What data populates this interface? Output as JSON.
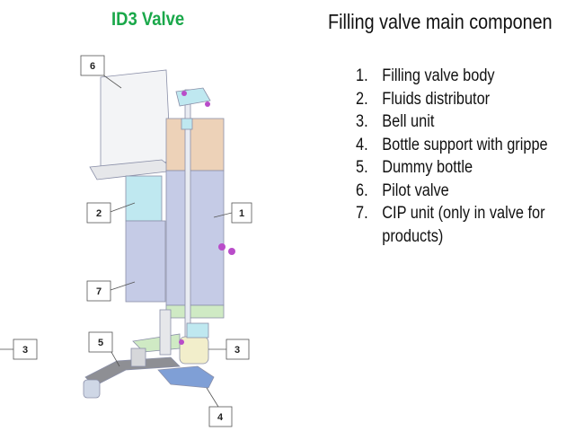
{
  "title_left": "ID3 Valve",
  "title_right": "Filling valve main componen",
  "components": [
    {
      "num": "1.",
      "label": "Filling valve body"
    },
    {
      "num": "2.",
      "label": "Fluids distributor"
    },
    {
      "num": "3.",
      "label": "Bell unit"
    },
    {
      "num": "4.",
      "label": "Bottle support with grippe"
    },
    {
      "num": "5.",
      "label": "Dummy bottle"
    },
    {
      "num": "6.",
      "label": "Pilot valve"
    },
    {
      "num": "7.",
      "label": "CIP unit (only in valve for"
    }
  ],
  "component_7_continued": "products)",
  "callouts": [
    "6",
    "2",
    "1",
    "7",
    "5",
    "3",
    "4",
    "3"
  ],
  "colors": {
    "title_green": "#1aa84a",
    "body_blue": "#c5cbe6",
    "distributor_cyan": "#bfe8f0",
    "top_tan": "#edd2b8",
    "green_parts": "#cfeac4",
    "bolt_magenta": "#b94cc9"
  }
}
